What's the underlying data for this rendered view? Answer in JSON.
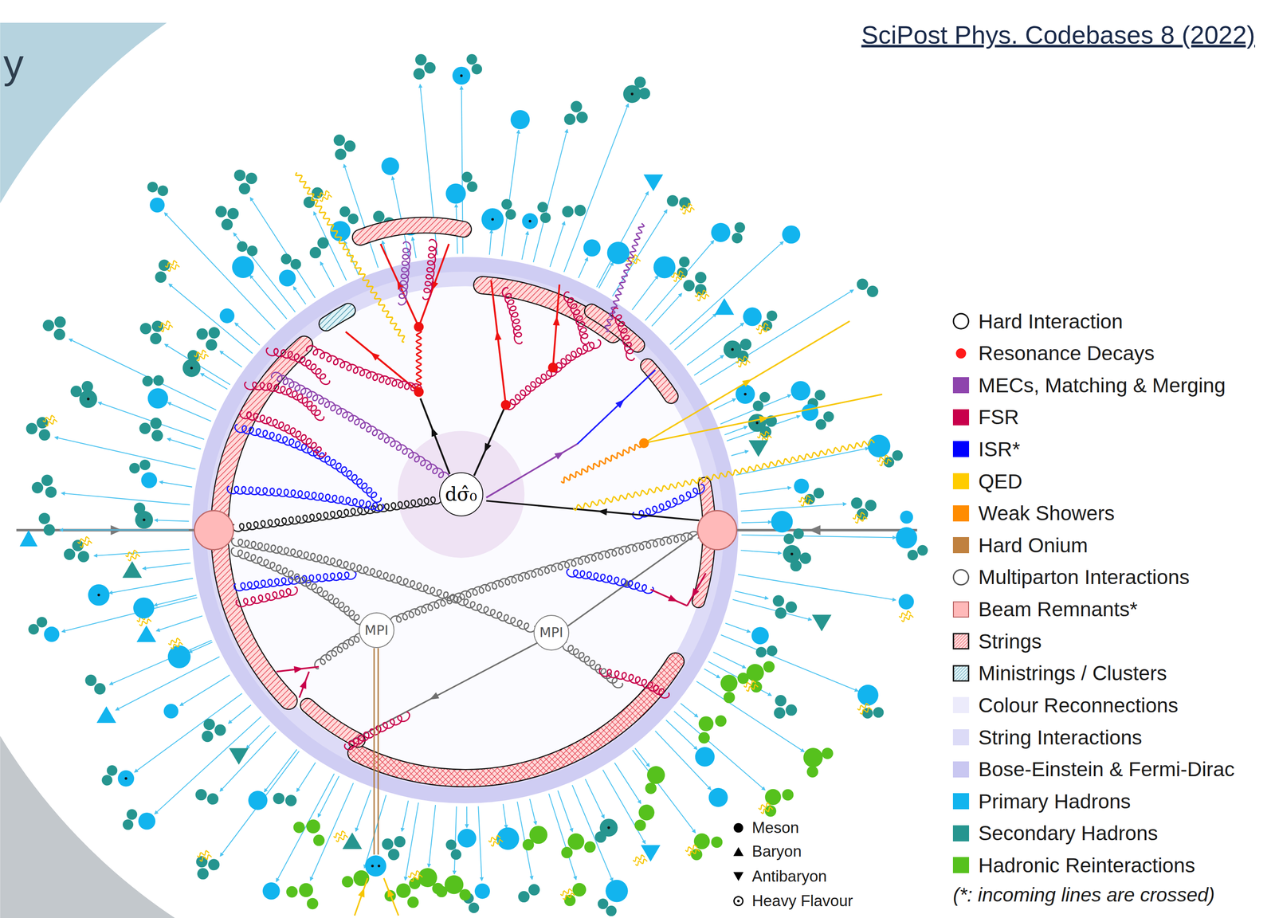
{
  "diagram": {
    "nodes": [
      {
        "text": [
          "dσ̂₀"
        ]
      },
      {
        "text": [
          "MPI"
        ]
      },
      {
        "text": [
          "MPI"
        ]
      }
    ],
    "labels": [
      "y",
      "SciPost Phys. Codebases 8 (2022)",
      "(*: incoming lines are crossed)"
    ],
    "legend": [
      {
        "text": "Hard Interaction"
      },
      {
        "text": "Resonance Decays",
        "color": "#ff1a1a"
      },
      {
        "text": "MECs, Matching & Merging",
        "color": "#8e44ad"
      },
      {
        "text": "FSR",
        "color": "#c8004b"
      },
      {
        "text": "ISR*",
        "color": "#0000ff"
      },
      {
        "text": "QED",
        "color": "#ffcc00"
      },
      {
        "text": "Weak Showers",
        "color": "#ff8c00"
      },
      {
        "text": "Hard Onium",
        "color": "#c0813f"
      },
      {
        "text": "Multiparton Interactions"
      },
      {
        "text": "Beam Remnants*",
        "color": "#ffb9b9"
      },
      {
        "text": "Strings"
      },
      {
        "text": "Ministrings / Clusters"
      },
      {
        "text": "Colour Reconnections",
        "color": "#ecebfb"
      },
      {
        "text": "String Interactions",
        "color": "#dcdbf7"
      },
      {
        "text": "Bose-Einstein & Fermi-Dirac",
        "color": "#c9c7f1"
      },
      {
        "text": "Primary Hadrons",
        "color": "#12b4ee"
      },
      {
        "text": "Secondary Hadrons",
        "color": "#26958f"
      },
      {
        "text": "Hadronic Reinteractions",
        "color": "#56c11d"
      },
      {
        "text": "Meson"
      },
      {
        "text": "Baryon"
      },
      {
        "text": "Antibaryon"
      },
      {
        "text": "Heavy Flavour"
      }
    ]
  }
}
